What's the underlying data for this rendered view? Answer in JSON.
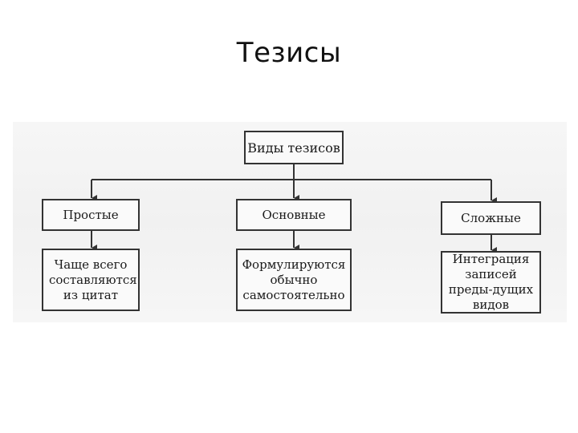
{
  "title": "Тезисы",
  "diagram": {
    "root": "Виды тезисов",
    "categories": [
      {
        "name": "Простые",
        "description": "Чаще всего составляются из цитат"
      },
      {
        "name": "Основные",
        "description": "Формулируются обычно самостоятельно"
      },
      {
        "name": "Сложные",
        "description": "Интеграция записей преды-дущих видов"
      }
    ]
  },
  "colors": {
    "line": "#333333",
    "text": "#1a1a1a",
    "scan_background": "#f3f3f3"
  }
}
